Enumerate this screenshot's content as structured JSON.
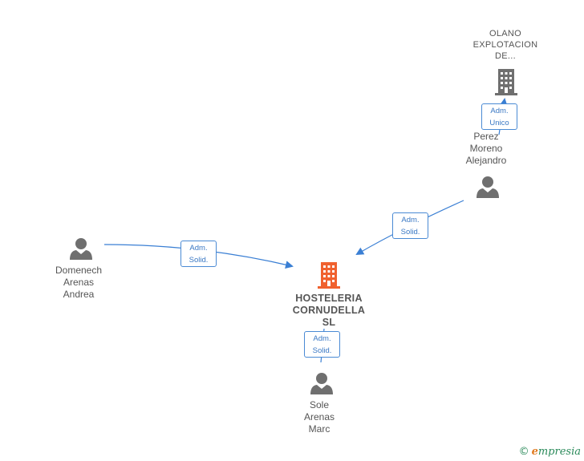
{
  "nodes": {
    "olano": {
      "lines": [
        "OLANO",
        "EXPLOTACION",
        "DE..."
      ],
      "type": "company",
      "color": "#6f6f6f"
    },
    "perez": {
      "lines": [
        "Perez",
        "Moreno",
        "Alejandro"
      ],
      "type": "person"
    },
    "domenech": {
      "lines": [
        "Domenech",
        "Arenas",
        "Andrea"
      ],
      "type": "person"
    },
    "hosteleria": {
      "lines": [
        "HOSTELERIA",
        "CORNUDELLA",
        "SL"
      ],
      "type": "company",
      "color": "#f0612e"
    },
    "sole": {
      "lines": [
        "Sole",
        "Arenas",
        "Marc"
      ],
      "type": "person"
    }
  },
  "edges": [
    {
      "from": "perez",
      "to": "olano",
      "label": [
        "Adm.",
        "Unico"
      ]
    },
    {
      "from": "perez",
      "to": "hosteleria",
      "label": [
        "Adm.",
        "Solid."
      ]
    },
    {
      "from": "domenech",
      "to": "hosteleria",
      "label": [
        "Adm.",
        "Solid."
      ]
    },
    {
      "from": "sole",
      "to": "hosteleria",
      "label": [
        "Adm.",
        "Solid."
      ]
    }
  ],
  "colors": {
    "edge": "#3a7fd4",
    "person": "#6f6f6f",
    "text": "#555555"
  },
  "brand": {
    "copyright": "©",
    "initial": "e",
    "rest": "mpresia"
  }
}
